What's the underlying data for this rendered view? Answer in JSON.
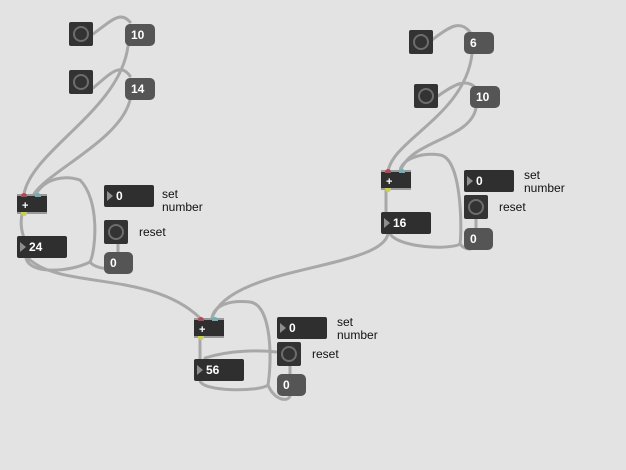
{
  "patcher": {
    "group_left": {
      "presets": [
        "10",
        "14"
      ],
      "adder_label": "+",
      "sum_value": "24",
      "counter_value": "0",
      "reset_value": "0",
      "set_label": "set",
      "number_label": "number",
      "reset_label": "reset"
    },
    "group_right": {
      "presets": [
        "6",
        "10"
      ],
      "adder_label": "+",
      "sum_value": "16",
      "counter_value": "0",
      "reset_value": "0",
      "set_label": "set",
      "number_label": "number",
      "reset_label": "reset"
    },
    "group_bottom": {
      "adder_label": "+",
      "sum_value": "56",
      "counter_value": "0",
      "reset_value": "0",
      "set_label": "set",
      "number_label": "number",
      "reset_label": "reset"
    }
  },
  "colors": {
    "background": "#e3e3e3",
    "object_dark": "#2f2f2f",
    "message_box": "#555555",
    "patch_cord": "#a8a8a8",
    "inlet_left": "#b14a55",
    "inlet_right": "#6fb0b8",
    "outlet": "#c9d24a"
  },
  "icons": {
    "bang": "circle-ring-icon",
    "number_arrow": "triangle-right-icon"
  }
}
